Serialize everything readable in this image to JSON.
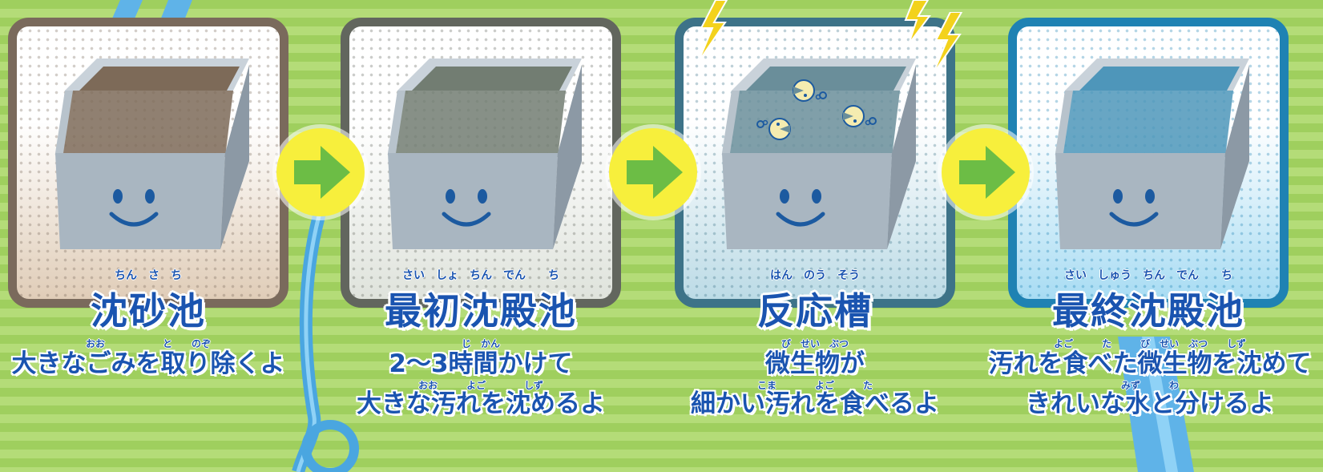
{
  "colors": {
    "text": "#1a54b0",
    "arrow_circle": "#f7ef3c",
    "arrow": "#6cbd45",
    "pipe": "#5fb3e8",
    "tank": "#a9b6c1",
    "face": "#1c5aa0"
  },
  "stages": [
    {
      "title": "沈砂池",
      "title_furigana": "ちん　さ　ち",
      "desc_furigana": [
        "おお　　　　　　と　　のぞ"
      ],
      "desc_lines": [
        "大きなごみを取り除くよ"
      ],
      "water_color": "#7d6a58",
      "frame_color": "#7a6a5c",
      "bg_color": "#e0cdb8"
    },
    {
      "title": "最初沈殿池",
      "title_furigana": "さい　しょ　ちん　でん　　ち",
      "desc_furigana": [
        "じ　かん",
        "おお　　　よご　　　　しず"
      ],
      "desc_lines": [
        "2〜3時間かけて",
        "大きな汚れを沈めるよ"
      ],
      "water_color": "#727d72",
      "frame_color": "#62665e",
      "bg_color": "#dfe3dc"
    },
    {
      "title": "反応槽",
      "title_furigana": "はん　のう　そう",
      "desc_furigana": [
        "び　せい　ぶつ",
        "こま　　　　よご　　　た"
      ],
      "desc_lines": [
        "微生物が",
        "細かい汚れを食べるよ"
      ],
      "water_color": "#6a8e9a",
      "frame_color": "#3d7388",
      "bg_color": "#bcdbe6"
    },
    {
      "title": "最終沈殿池",
      "title_furigana": "さい　しゅう　ちん　でん　　ち",
      "desc_furigana": [
        "よご　　　た　　　び　せい　ぶつ　　しず",
        "みず　　　わ"
      ],
      "desc_lines": [
        "汚れを食べた微生物を沈めて",
        "きれいな水と分けるよ"
      ],
      "water_color": "#4e96ba",
      "frame_color": "#1f82b3",
      "bg_color": "#a8dcf3"
    }
  ],
  "arrows": [
    "arrow-right-icon",
    "arrow-right-icon",
    "arrow-right-icon"
  ],
  "icons": [
    "smiley-face-icon",
    "microbe-icon",
    "lightning-bolt-icon",
    "water-pipe-icon"
  ]
}
